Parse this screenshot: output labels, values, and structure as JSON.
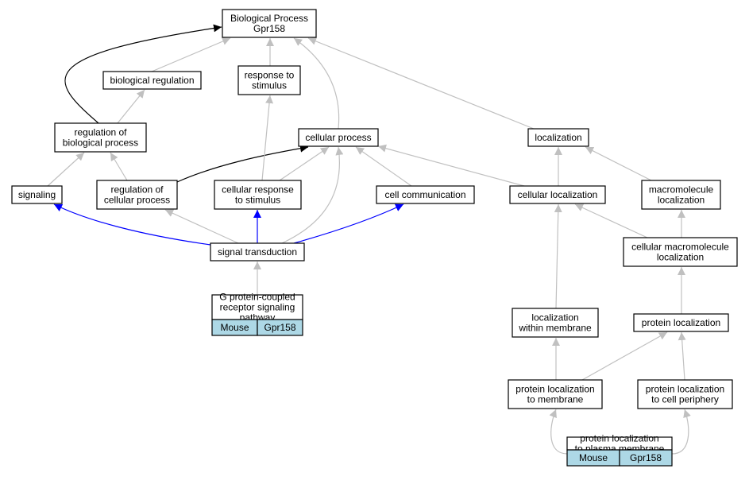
{
  "nodes": [
    {
      "id": "root",
      "lines": [
        "Biological Process",
        "Gpr158"
      ]
    },
    {
      "id": "bioreg",
      "lines": [
        "biological regulation"
      ]
    },
    {
      "id": "resp",
      "lines": [
        "response to",
        "stimulus"
      ]
    },
    {
      "id": "regbio",
      "lines": [
        "regulation of",
        "biological process"
      ]
    },
    {
      "id": "cellproc",
      "lines": [
        "cellular process"
      ]
    },
    {
      "id": "loc",
      "lines": [
        "localization"
      ]
    },
    {
      "id": "signaling",
      "lines": [
        "signaling"
      ]
    },
    {
      "id": "regcell",
      "lines": [
        "regulation of",
        "cellular process"
      ]
    },
    {
      "id": "cellresp",
      "lines": [
        "cellular response",
        "to stimulus"
      ]
    },
    {
      "id": "cellcomm",
      "lines": [
        "cell communication"
      ]
    },
    {
      "id": "cellloc",
      "lines": [
        "cellular localization"
      ]
    },
    {
      "id": "macroloc",
      "lines": [
        "macromolecule",
        "localization"
      ]
    },
    {
      "id": "sigtrans",
      "lines": [
        "signal transduction"
      ]
    },
    {
      "id": "cellmacro",
      "lines": [
        "cellular macromolecule",
        "localization"
      ]
    },
    {
      "id": "gpcr",
      "lines": [
        "G protein-coupled",
        "receptor signaling",
        "pathway"
      ],
      "cells": [
        "Mouse",
        "Gpr158"
      ]
    },
    {
      "id": "locmem",
      "lines": [
        "localization",
        "within membrane"
      ]
    },
    {
      "id": "protloc",
      "lines": [
        "protein localization"
      ]
    },
    {
      "id": "protlocmem",
      "lines": [
        "protein localization",
        "to membrane"
      ]
    },
    {
      "id": "protlocper",
      "lines": [
        "protein localization",
        "to cell periphery"
      ]
    },
    {
      "id": "protlocpm",
      "lines": [
        "protein localization",
        "to plasma membrane"
      ],
      "cells": [
        "Mouse",
        "Gpr158"
      ]
    }
  ],
  "edges": [
    {
      "from": "bioreg",
      "to": "root",
      "color": "#c0c0c0"
    },
    {
      "from": "resp",
      "to": "root",
      "color": "#c0c0c0"
    },
    {
      "from": "regbio",
      "to": "root",
      "color": "#000000"
    },
    {
      "from": "cellproc",
      "to": "root",
      "color": "#c0c0c0"
    },
    {
      "from": "loc",
      "to": "root",
      "color": "#c0c0c0"
    },
    {
      "from": "regbio",
      "to": "bioreg",
      "color": "#c0c0c0"
    },
    {
      "from": "signaling",
      "to": "regbio",
      "color": "#c0c0c0"
    },
    {
      "from": "regcell",
      "to": "regbio",
      "color": "#c0c0c0"
    },
    {
      "from": "regcell",
      "to": "cellproc",
      "color": "#000000"
    },
    {
      "from": "cellresp",
      "to": "resp",
      "color": "#c0c0c0"
    },
    {
      "from": "cellresp",
      "to": "cellproc",
      "color": "#c0c0c0"
    },
    {
      "from": "cellcomm",
      "to": "cellproc",
      "color": "#c0c0c0"
    },
    {
      "from": "cellloc",
      "to": "cellproc",
      "color": "#c0c0c0"
    },
    {
      "from": "cellloc",
      "to": "loc",
      "color": "#c0c0c0"
    },
    {
      "from": "macroloc",
      "to": "loc",
      "color": "#c0c0c0"
    },
    {
      "from": "sigtrans",
      "to": "signaling",
      "color": "#0000ff"
    },
    {
      "from": "sigtrans",
      "to": "regcell",
      "color": "#c0c0c0"
    },
    {
      "from": "sigtrans",
      "to": "cellresp",
      "color": "#0000ff"
    },
    {
      "from": "sigtrans",
      "to": "cellproc",
      "color": "#c0c0c0"
    },
    {
      "from": "sigtrans",
      "to": "cellcomm",
      "color": "#0000ff"
    },
    {
      "from": "cellmacro",
      "to": "cellloc",
      "color": "#c0c0c0"
    },
    {
      "from": "cellmacro",
      "to": "macroloc",
      "color": "#c0c0c0"
    },
    {
      "from": "gpcr",
      "to": "sigtrans",
      "color": "#c0c0c0"
    },
    {
      "from": "locmem",
      "to": "cellloc",
      "color": "#c0c0c0"
    },
    {
      "from": "protloc",
      "to": "cellmacro",
      "color": "#c0c0c0"
    },
    {
      "from": "protlocmem",
      "to": "locmem",
      "color": "#c0c0c0"
    },
    {
      "from": "protlocmem",
      "to": "protloc",
      "color": "#c0c0c0"
    },
    {
      "from": "protlocper",
      "to": "protloc",
      "color": "#c0c0c0"
    },
    {
      "from": "protlocpm",
      "to": "protlocmem",
      "color": "#c0c0c0"
    },
    {
      "from": "protlocpm",
      "to": "protlocper",
      "color": "#c0c0c0"
    }
  ]
}
